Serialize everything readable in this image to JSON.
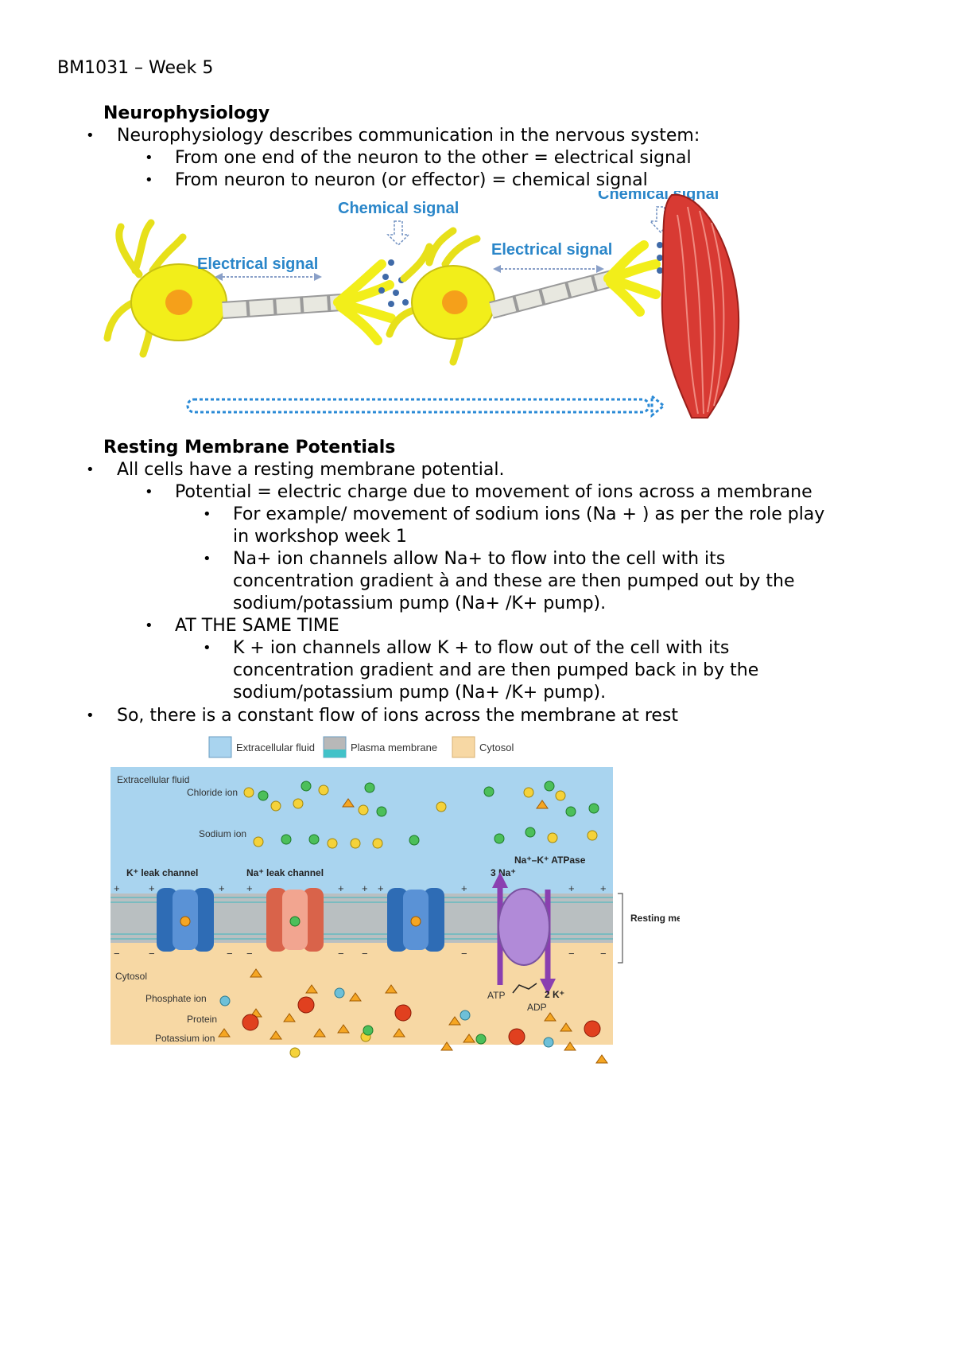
{
  "doc": {
    "header": "BM1031 – Week 5",
    "section1": {
      "heading": "Neurophysiology",
      "bullet1": "Neurophysiology describes communication in the nervous system:",
      "sub1": "From one end of the neuron to the other = electrical signal",
      "sub2": "From neuron to neuron (or effector) = chemical signal"
    },
    "section2": {
      "heading": "Resting Membrane Potentials",
      "bullet1": "All cells have a resting membrane potential.",
      "sub1": "Potential = electric charge due to movement of ions across a membrane",
      "sub1a_line1": "For example/ movement of sodium ions (Na + ) as per the role play",
      "sub1a_line2": "in workshop week 1",
      "sub1b_line1": "Na+ ion channels allow Na+ to flow into the cell with its",
      "sub1b_line2": "concentration gradient à and these are then pumped out by the",
      "sub1b_line3": "sodium/potassium pump (Na+ /K+ pump).",
      "sub2": "AT THE SAME TIME",
      "sub2a_line1": "K + ion channels allow K + to flow out of the cell with its",
      "sub2a_line2": "concentration gradient and are then pumped back in by the",
      "sub2a_line3": "sodium/potassium pump (Na+ /K+ pump).",
      "bullet2": "So, there is a constant flow of ions across the membrane at rest"
    }
  },
  "figure1": {
    "label_electrical_1": "Electrical signal",
    "label_chemical_1": "Chemical signal",
    "label_electrical_2": "Electrical signal",
    "label_chemical_2": "Chemical signal",
    "colors": {
      "neuron": "#f2ee1a",
      "nucleus": "#f5a01a",
      "muscle": "#d83a33",
      "label": "#2a86c9"
    }
  },
  "figure2": {
    "legend_extracellular": "Extracellular fluid",
    "legend_membrane": "Plasma membrane",
    "legend_cytosol": "Cytosol",
    "label_extracellular": "Extracellular fluid",
    "label_chloride": "Chloride ion",
    "label_sodium": "Sodium ion",
    "label_k_leak": "K⁺ leak channel",
    "label_na_leak": "Na⁺ leak channel",
    "label_atpase": "Na⁺–K⁺ ATPase",
    "label_3na": "3 Na⁺",
    "label_resting": "Resting membrane potential",
    "label_cytosol": "Cytosol",
    "label_phosphate": "Phosphate ion",
    "label_protein": "Protein",
    "label_potassium": "Potassium ion",
    "label_atp": "ATP",
    "label_adp": "ADP",
    "label_2k": "2 K⁺",
    "colors": {
      "extracellular": "#a9d4ef",
      "cytosol": "#f7d8a4",
      "k_channel": "#2e6cb5",
      "na_channel": "#d9634a",
      "pump": "#b18ad8",
      "arrow": "#8a3fb0"
    }
  }
}
